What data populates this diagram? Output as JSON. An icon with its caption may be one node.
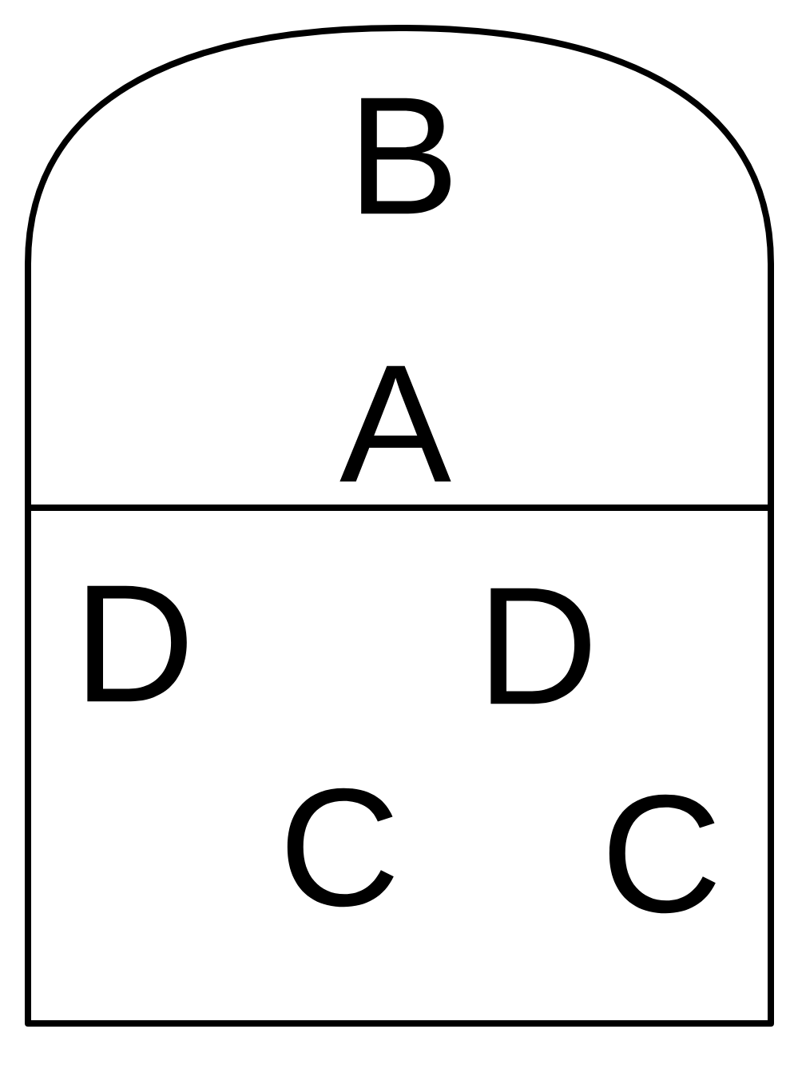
{
  "diagram": {
    "nodes": [
      {
        "text": [
          "B",
          "A"
        ]
      },
      {
        "text": [
          "D",
          "D",
          "C",
          "C"
        ]
      }
    ]
  }
}
